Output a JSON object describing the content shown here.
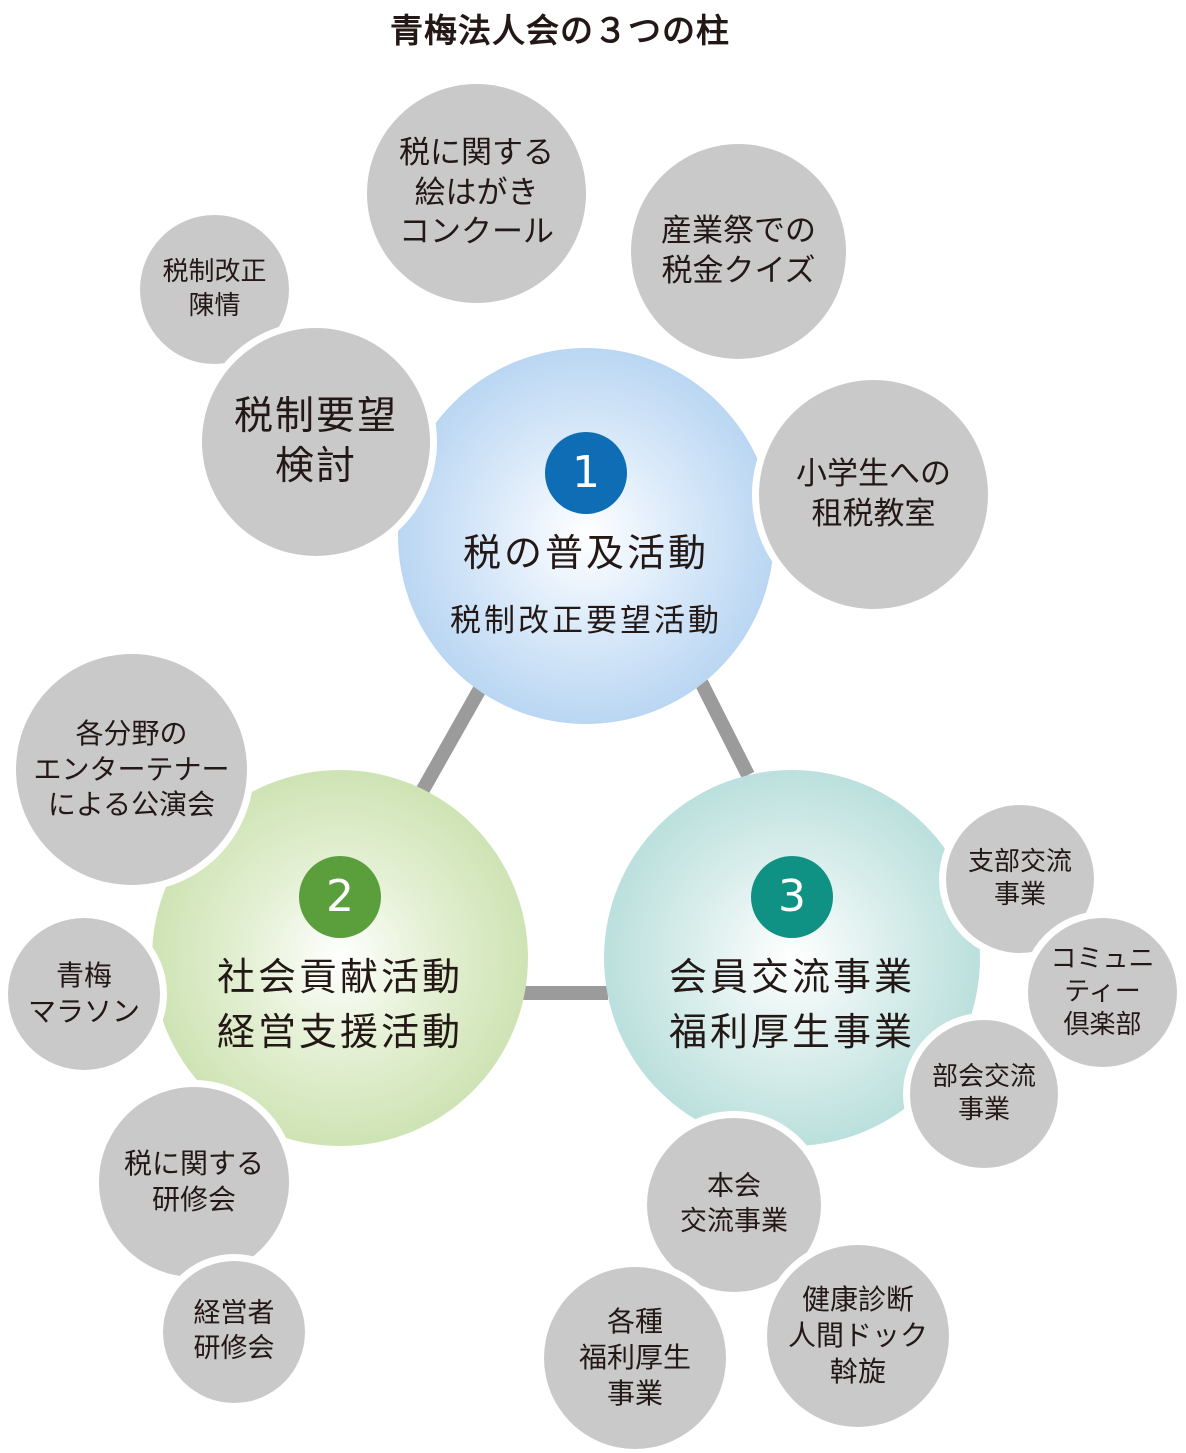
{
  "title": "青梅法人会の３つの柱",
  "colors": {
    "pillar1": "#9fc6ec",
    "pillar2": "#bcd99a",
    "pillar3": "#9fd3cf",
    "badge1": "#0f6db5",
    "badge2": "#5b9e3c",
    "badge3": "#0f9183",
    "satellite": "#c9c9ca",
    "connector": "#9b9b9b"
  },
  "pillars": [
    {
      "number": "1",
      "label": "税の普及活動",
      "sub": "税制改正要望活動"
    },
    {
      "number": "2",
      "label_lines": [
        "社会貢献活動",
        "経営支援活動"
      ]
    },
    {
      "number": "3",
      "label_lines": [
        "会員交流事業",
        "福利厚生事業"
      ]
    }
  ],
  "satellites": {
    "tax_card_contest": [
      "税に関する",
      "絵はがき",
      "コンクール"
    ],
    "industry_fair_quiz": [
      "産業祭での",
      "税金クイズ"
    ],
    "tax_reform_petition": [
      "税制改正",
      "陳情"
    ],
    "tax_reform_study": [
      "税制要望",
      "検討"
    ],
    "elementary_tax_class": [
      "小学生への",
      "租税教室"
    ],
    "entertainer_show": [
      "各分野の",
      "エンターテナー",
      "による公演会"
    ],
    "ome_marathon": [
      "青梅",
      "マラソン"
    ],
    "tax_seminar": [
      "税に関する",
      "研修会"
    ],
    "executive_seminar": [
      "経営者",
      "研修会"
    ],
    "branch_exchange": [
      "支部交流",
      "事業"
    ],
    "community_club": [
      "コミュニ",
      "ティー",
      "倶楽部"
    ],
    "section_exchange": [
      "部会交流",
      "事業"
    ],
    "head_office_exchange": [
      "本会",
      "交流事業"
    ],
    "welfare_programs": [
      "各種",
      "福利厚生",
      "事業"
    ],
    "health_checkup": [
      "健康診断",
      "人間ドック",
      "斡旋"
    ]
  }
}
